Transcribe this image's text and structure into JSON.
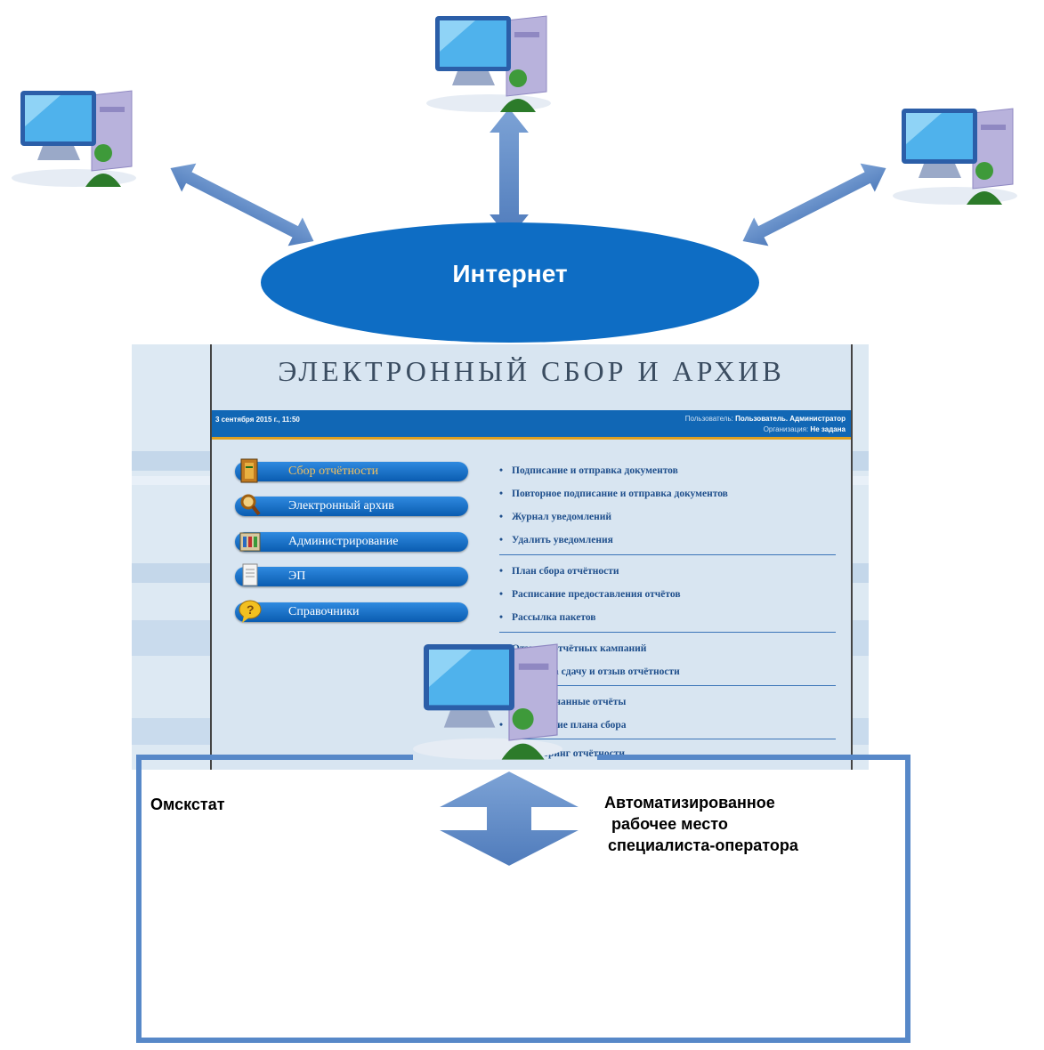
{
  "internet": {
    "label": "Интернет"
  },
  "app": {
    "title": "ЭЛЕКТРОННЫЙ СБОР И АРХИВ",
    "date": "3 сентября 2015 г., 11:50",
    "user_label": "Пользователь:",
    "user_value": "Пользователь. Администратор",
    "org_label": "Организация:",
    "org_value": "Не задана",
    "menu": [
      {
        "label": "Сбор отчётности",
        "icon": "report-collection-icon",
        "active": true
      },
      {
        "label": "Электронный архив",
        "icon": "magnifier-icon",
        "active": false
      },
      {
        "label": "Администрирование",
        "icon": "admin-tools-icon",
        "active": false
      },
      {
        "label": "ЭП",
        "icon": "signature-document-icon",
        "active": false
      },
      {
        "label": "Справочники",
        "icon": "help-bubble-icon",
        "active": false
      }
    ],
    "link_groups": [
      [
        "Подписание и отправка документов",
        "Повторное подписание и отправка документов",
        "Журнал уведомлений",
        "Удалить уведомления"
      ],
      [
        "План сбора отчётности",
        "Расписание предоставления отчётов",
        "Рассылка пакетов"
      ],
      [
        "Отзывы отчётных кампаний",
        "Заявки на сдачу и отзыв отчётности"
      ],
      [
        "Нераспознанные отчёты",
        "Исполнение плана сбора"
      ],
      [
        "Мониторинг отчётности"
      ]
    ]
  },
  "bottom": {
    "left_label": "Омскстат",
    "right_label_lines": [
      "Автоматизированное",
      "рабочее место",
      "специалиста-оператора"
    ]
  },
  "colors": {
    "internet": "#0e6dc4",
    "arrow_fill": "#6a90c8",
    "box_border": "#5788c8",
    "app_bar": "#1167b5"
  }
}
